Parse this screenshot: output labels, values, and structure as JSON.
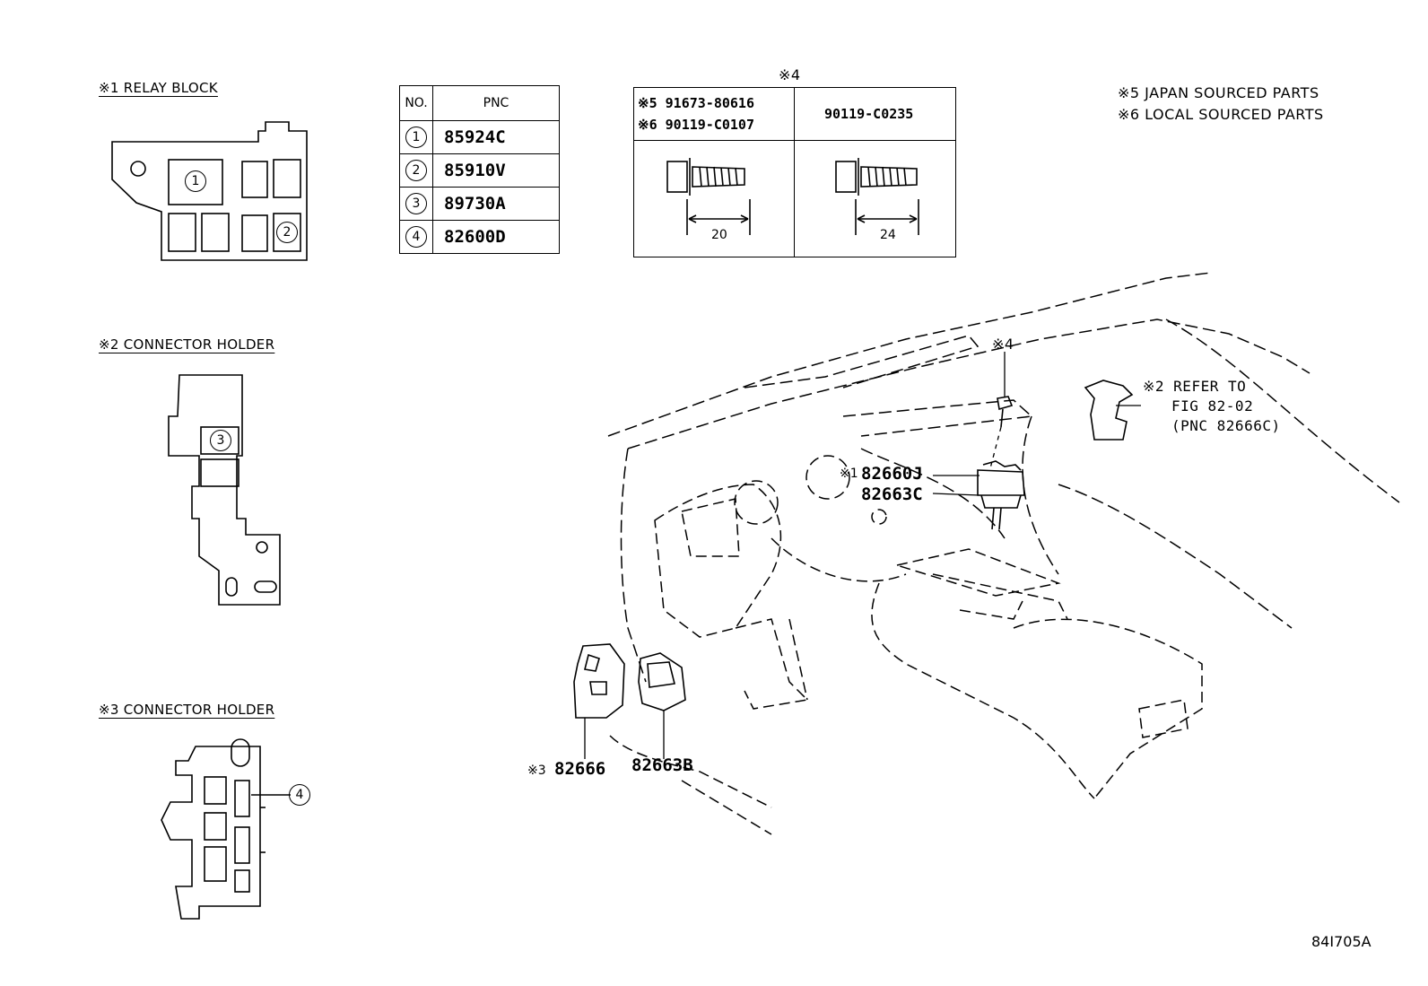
{
  "relay_block": {
    "title": "※1 RELAY BLOCK",
    "markers": [
      "1",
      "2"
    ]
  },
  "connector_holder_2": {
    "title": "※2 CONNECTOR HOLDER",
    "marker": "3"
  },
  "connector_holder_3": {
    "title": "※3 CONNECTOR HOLDER",
    "marker": "4"
  },
  "pnc_table": {
    "header_no": "NO.",
    "header_pnc": "PNC",
    "rows": [
      {
        "no": "1",
        "pnc": "85924C"
      },
      {
        "no": "2",
        "pnc": "85910V"
      },
      {
        "no": "3",
        "pnc": "89730A"
      },
      {
        "no": "4",
        "pnc": "82600D"
      }
    ]
  },
  "bolt_table": {
    "marker": "※4",
    "left_line1": "※5 91673-80616",
    "left_line2": "※6 90119-C0107",
    "right_header": "90119-C0235",
    "left_length": "20",
    "right_length": "24"
  },
  "notes": {
    "japan": "※5 JAPAN SOURCED PARTS",
    "local": "※6 LOCAL SOURCED PARTS"
  },
  "callouts": {
    "bolt_ref": "※4",
    "refer_line1": "※2 REFER TO",
    "refer_line2": "FIG 82-02",
    "refer_line3": "(PNC 82666C)",
    "relay_prefix": "※1",
    "relay_part": "82660J",
    "relay_part2": "82663C",
    "holder_prefix": "※3",
    "holder_part": "82666",
    "holder_part2": "82663B"
  },
  "figure_id": "84I705A"
}
